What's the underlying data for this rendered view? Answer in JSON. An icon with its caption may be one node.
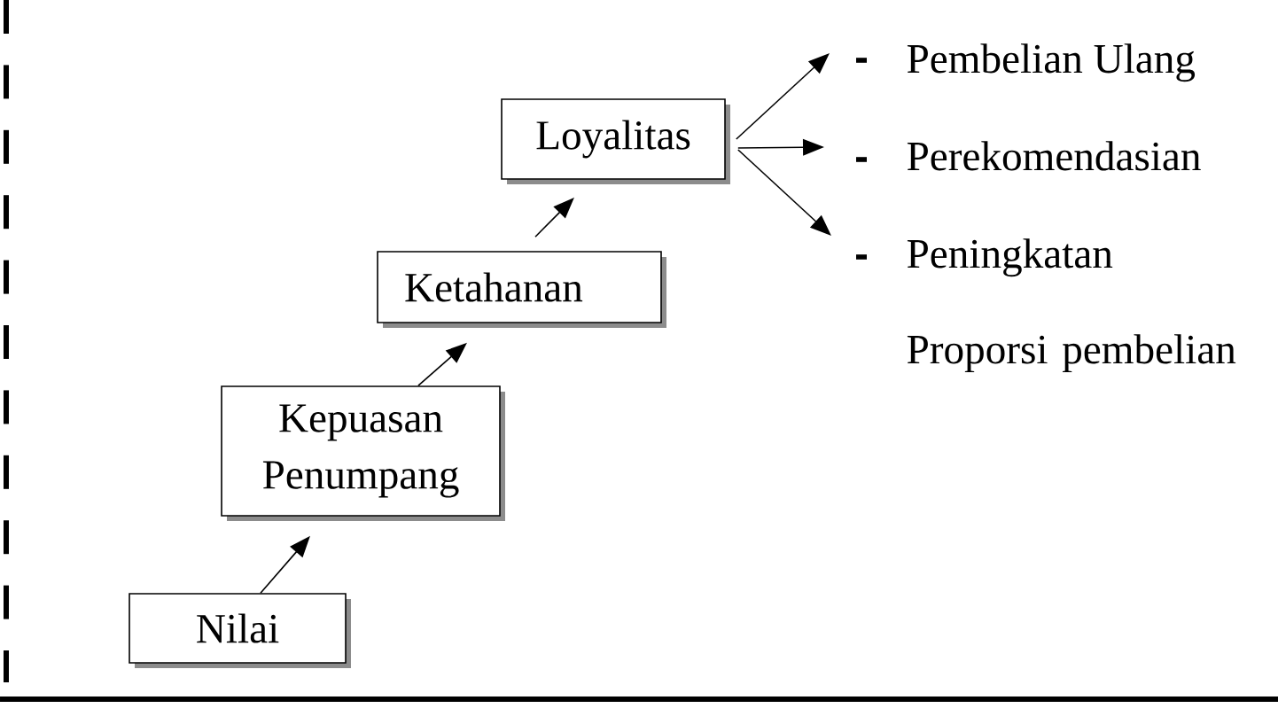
{
  "diagram": {
    "nodes": [
      {
        "text": [
          "Nilai"
        ]
      },
      {
        "text": [
          "Kepuasan Penumpang"
        ]
      },
      {
        "text": [
          "Ketahanan"
        ]
      },
      {
        "text": [
          "Loyalitas"
        ]
      },
      {
        "text": [
          "Pembelian Ulang"
        ]
      },
      {
        "text": [
          "Perekomendasian"
        ]
      },
      {
        "text": [
          "Peningkatan Proporsi pembelian"
        ]
      }
    ],
    "edges": [
      {
        "from": 0,
        "to": 1,
        "arrow": "to"
      },
      {
        "from": 1,
        "to": 2,
        "arrow": "to"
      },
      {
        "from": 2,
        "to": 3,
        "arrow": "to"
      },
      {
        "from": 3,
        "to": 4,
        "arrow": "to"
      },
      {
        "from": 3,
        "to": 5,
        "arrow": "to"
      },
      {
        "from": 3,
        "to": 6,
        "arrow": "to"
      }
    ]
  }
}
